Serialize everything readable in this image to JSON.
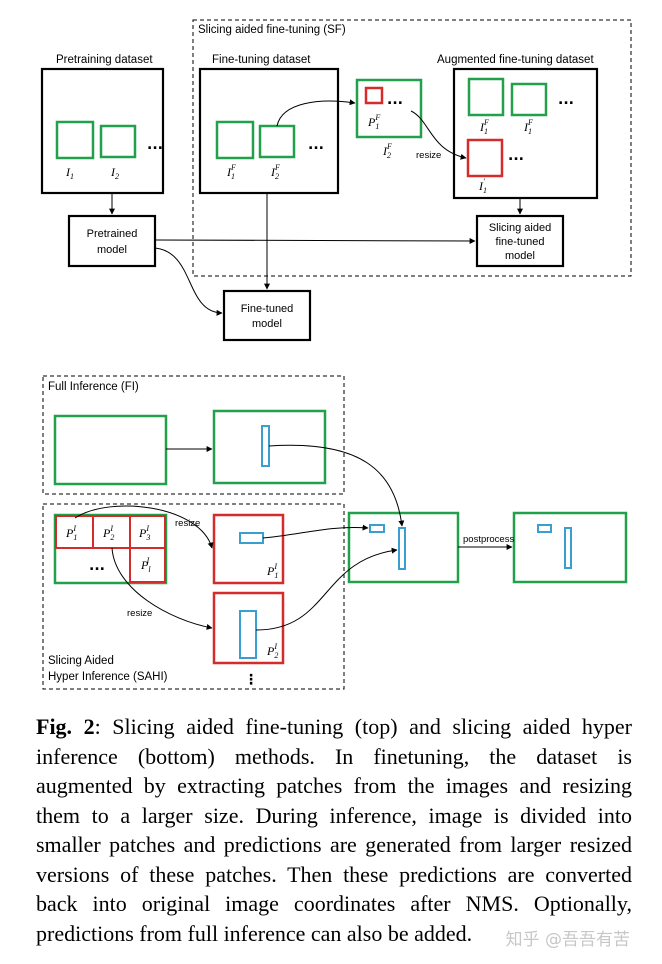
{
  "colors": {
    "green": "#22a04b",
    "red": "#d52b2b",
    "blue": "#3a9fd0",
    "line": "#000000"
  },
  "top": {
    "sf_title": "Slicing aided fine-tuning (SF)",
    "pretraining_title": "Pretraining dataset",
    "finetuning_title": "Fine-tuning dataset",
    "augmented_title": "Augmented fine-tuning dataset",
    "pretrained_model": [
      "Pretrained",
      "model"
    ],
    "sahi_model": [
      "Slicing aided",
      "fine-tuned",
      "model"
    ],
    "finetuned_model": [
      "Fine-tuned",
      "model"
    ],
    "resize": "resize",
    "ellipsis": "...",
    "math": {
      "I1": [
        "I",
        "1"
      ],
      "I2": [
        "I",
        "2"
      ],
      "I1F": [
        "I",
        "1",
        "F"
      ],
      "I2F": [
        "I",
        "2",
        "F"
      ],
      "P1F": [
        "P",
        "1",
        "F"
      ],
      "I1p": [
        "I",
        "1",
        "′"
      ]
    }
  },
  "bottom": {
    "fi_title": "Full Inference (FI)",
    "sahi_title": [
      "Slicing Aided",
      "Hyper Inference (SAHI)"
    ],
    "resize": "resize",
    "postprocess": "postprocess",
    "ellipsis": "...",
    "vdots": "⋮",
    "math": {
      "P1": [
        "P",
        "1",
        "I"
      ],
      "P2": [
        "P",
        "2",
        "I"
      ],
      "P3": [
        "P",
        "3",
        "I"
      ],
      "Pl": [
        "P",
        "l",
        "I"
      ]
    }
  },
  "caption": {
    "label": "Fig. 2",
    "text": ": Slicing aided fine-tuning (top) and slicing aided hyper inference (bottom) methods. In finetuning, the dataset is augmented by extracting patches from the images and resizing them to a larger size. During inference, image is divided into smaller patches and predictions are generated from larger resized versions of these patches. Then these predictions are converted back into original image coordinates after NMS. Optionally, predictions from full inference can also be added."
  },
  "watermark": "知乎 @吾吾有苦"
}
